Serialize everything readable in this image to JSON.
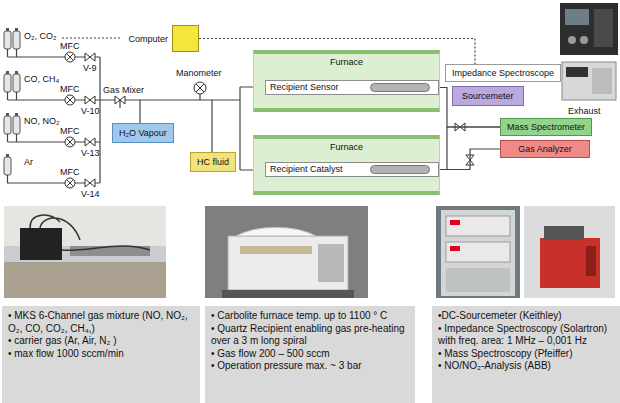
{
  "diagram": {
    "nodes": [
      {
        "text": [
          "Computer"
        ]
      },
      {
        "text": [
          "Furnace"
        ]
      },
      {
        "text": [
          "Recipient Sensor"
        ],
        "in": 1
      },
      {
        "text": [
          "Impedance Spectroscope"
        ]
      },
      {
        "text": [
          "Sourcemeter"
        ]
      },
      {
        "text": [
          "H₂O Vapour"
        ]
      },
      {
        "text": [
          "HC fluid"
        ]
      },
      {
        "text": [
          "Furnace"
        ]
      },
      {
        "text": [
          "Recipient Catalyst"
        ],
        "in": 7
      },
      {
        "text": [
          "Mass Spectrometer"
        ]
      },
      {
        "text": [
          "Gas Analyzer"
        ]
      },
      {
        "text": [
          "• MKS 6-Channel gas mixture (NO, NO₂, O₂, CO, CO₂, CH₄,)",
          "• carrier gas (Ar, Air, N₂ )",
          "• max flow 1000 sccm/min"
        ]
      },
      {
        "text": [
          "• Carbolite furnace temp. up to 1100 ° C",
          "• Quartz Recipient enabling gas pre-heating over a 3 m long spiral",
          "• Gas flow 200 – 500 sccm",
          "• Operation pressure max. ~ 3 bar"
        ]
      },
      {
        "text": [
          "•DC-Sourcemeter (Keithley)",
          "• Impedance Spectroscopy (Solartron) with freq. area: 1 MHz – 0,001 Hz",
          "• Mass Spectroscopy (Pfeiffer)",
          "• NO/NO₂-Analysis (ABB)"
        ]
      }
    ],
    "edges": [
      {
        "from": 0,
        "to": 3,
        "arrow": "none"
      },
      {
        "from": 2,
        "to": 9,
        "arrow": "none"
      },
      {
        "from": 8,
        "to": 9,
        "arrow": "none"
      },
      {
        "from": 8,
        "to": 10,
        "arrow": "none"
      }
    ],
    "labels": [
      "O₂, CO₂",
      "MFC",
      "V-9",
      "CO, CH₄",
      "MFC",
      "Gas Mixer",
      "V-10",
      "NO, NO₂",
      "MFC",
      "V-13",
      "Ar",
      "MFC",
      "V-14",
      "Manometer",
      "Exhaust"
    ]
  }
}
